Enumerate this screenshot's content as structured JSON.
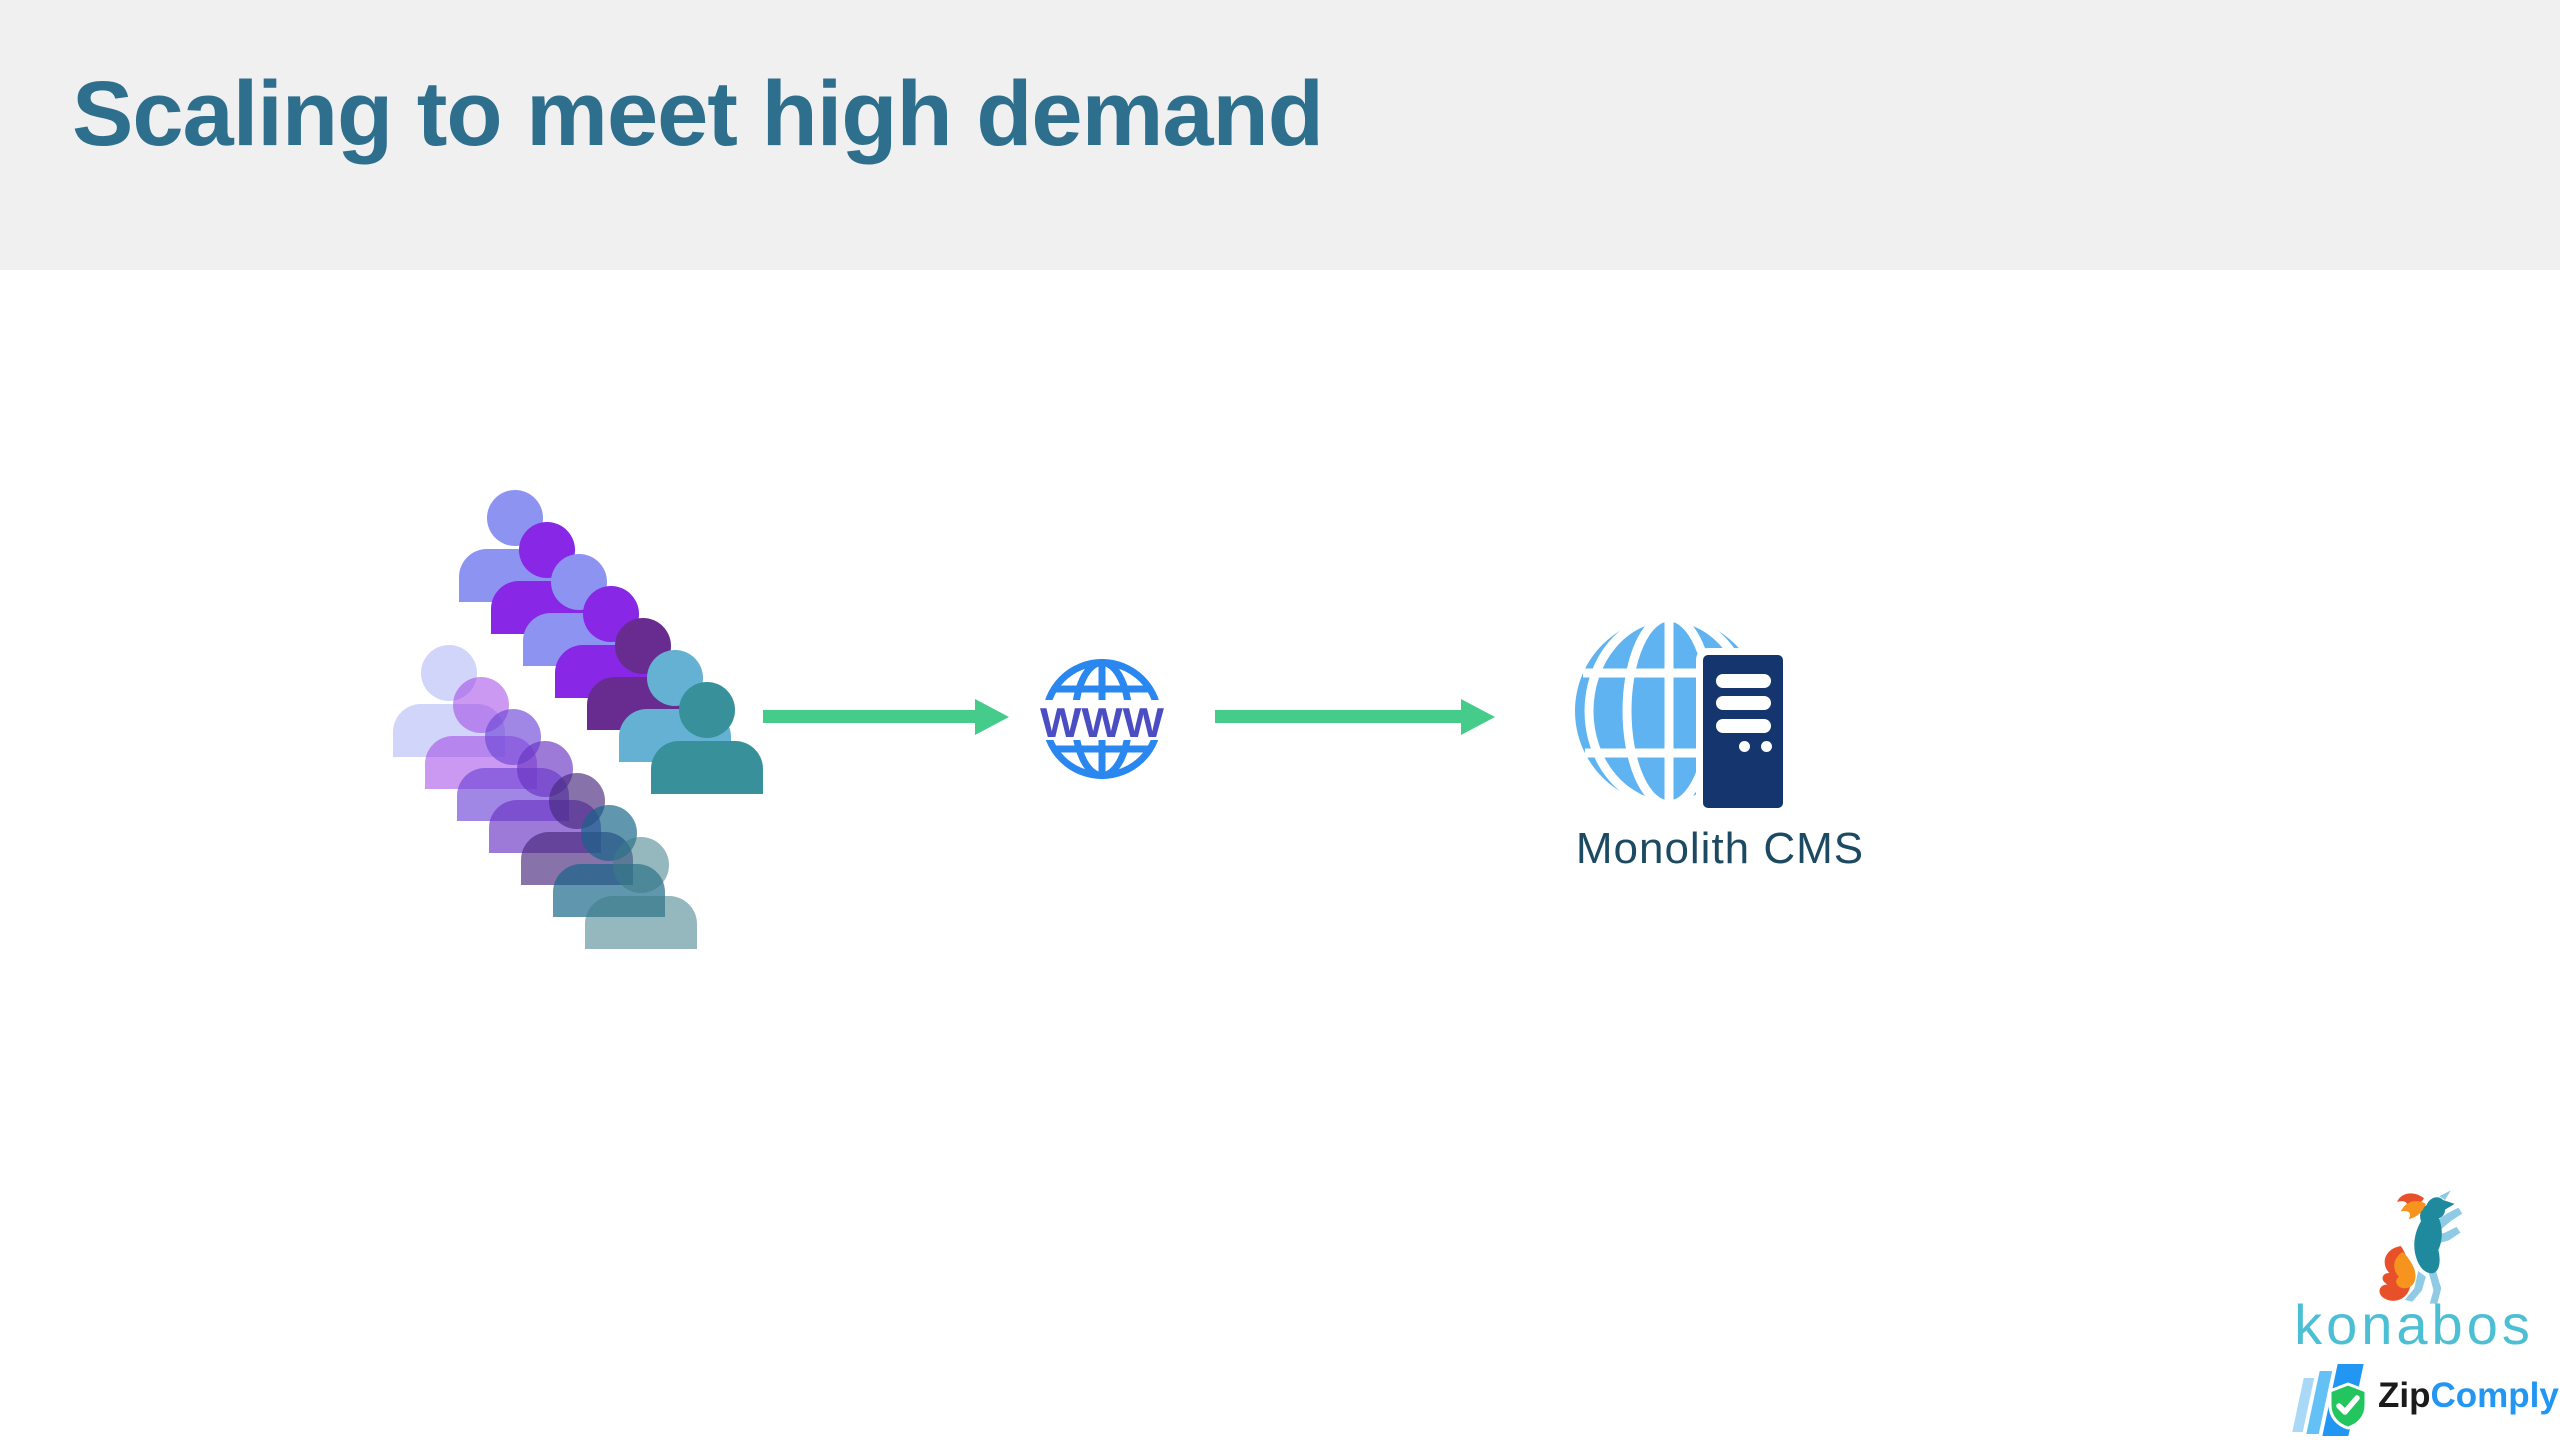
{
  "header": {
    "title": "Scaling to meet high demand"
  },
  "diagram": {
    "www_label": "WWW",
    "monolith_label": "Monolith CMS",
    "crowd": {
      "front_row_colors": [
        "#8C93F0",
        "#8827E6",
        "#8C93F0",
        "#8827E6",
        "#682C91",
        "#64B1D3",
        "#37909A"
      ],
      "back_row_colors": [
        "rgba(140,150,240,0.40)",
        "rgba(160,70,230,0.55)",
        "rgba(110,70,215,0.65)",
        "rgba(105,50,195,0.65)",
        "rgba(70,40,125,0.65)",
        "rgba(20,100,135,0.68)",
        "rgba(60,125,135,0.55)"
      ]
    }
  },
  "branding": {
    "konabos_wordmark": "konabos",
    "zip_text": "Zip",
    "comply_text": "Comply"
  },
  "icons": {
    "crowd": "users-crowd-icon",
    "www": "www-globe-icon",
    "arrows": "arrow-right-icon",
    "monolith": "globe-server-icon",
    "konabos": "unicorn-horse-logo-icon",
    "zipcomply_pages": "stacked-documents-icon",
    "zipcomply_shield": "shield-checkmark-icon"
  },
  "colors": {
    "header_bg": "#F1F0F0",
    "title": "#2E6F8E",
    "arrow": "#45CB8A",
    "www_globe": "#2B87F0",
    "www_label": "#4A4EC2",
    "monolith_globe": "#5FB3F1",
    "monolith_server": "#14356E",
    "monolith_label": "#1D4A63",
    "konabos_wordmark": "#4CBFD4",
    "horse_teal": "#1F8A9D",
    "horse_light": "#8FCBE4",
    "mane_orange": "#F7941D",
    "mane_red": "#E8502A",
    "zip_text": "#1B1B1B",
    "comply_text": "#2196F3",
    "shield_green": "#22C55E",
    "page_light": "#A9D9F7",
    "page_mid": "#64C1F6",
    "page_bright": "#2196F3"
  }
}
